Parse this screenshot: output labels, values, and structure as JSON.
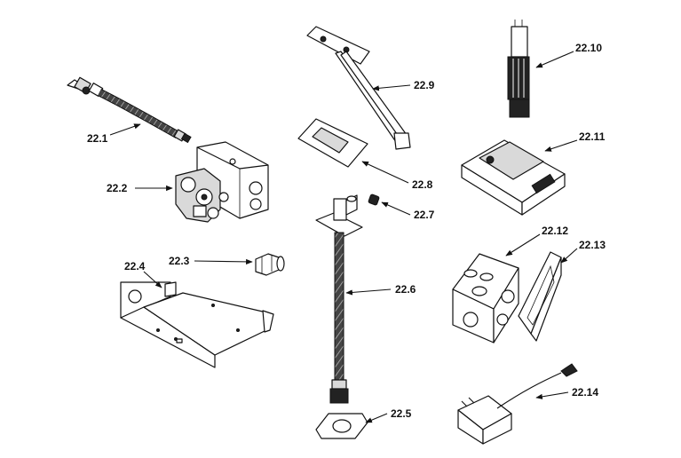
{
  "callouts": {
    "c22_1": "22.1",
    "c22_2": "22.2",
    "c22_3": "22.3",
    "c22_4": "22.4",
    "c22_5": "22.5",
    "c22_6": "22.6",
    "c22_7": "22.7",
    "c22_8": "22.8",
    "c22_9": "22.9",
    "c22_10": "22.10",
    "c22_11": "22.11",
    "c22_12": "22.12",
    "c22_13": "22.13",
    "c22_14": "22.14"
  }
}
